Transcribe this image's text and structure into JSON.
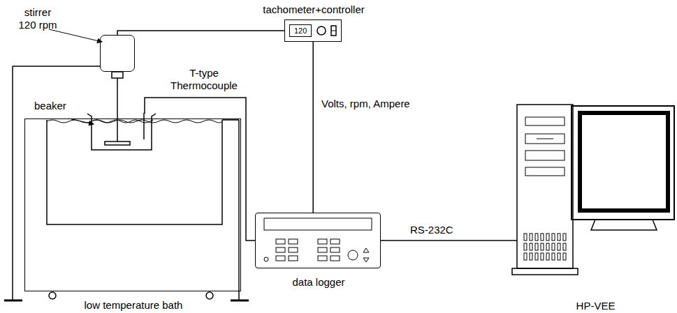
{
  "diagram": {
    "nodes": [
      {
        "text": [
          "stirrer 120 rpm"
        ]
      },
      {
        "text": [
          "tachometer+controller",
          "120"
        ]
      },
      {
        "text": [
          "low temperature bath"
        ]
      },
      {
        "text": [
          "beaker"
        ],
        "in": 2
      },
      {
        "text": [
          "data logger"
        ]
      },
      {
        "text": [
          "HP-VEE"
        ]
      }
    ],
    "edges": [
      {
        "from": 0,
        "to": 1,
        "arrow": "none"
      },
      {
        "from": 3,
        "to": 4,
        "label": "T-type Thermocouple",
        "arrow": "none"
      },
      {
        "from": 1,
        "to": 4,
        "label": "Volts, rpm, Ampere",
        "arrow": "none"
      },
      {
        "from": 4,
        "to": 5,
        "label": "RS-232C",
        "arrow": "none"
      }
    ]
  }
}
